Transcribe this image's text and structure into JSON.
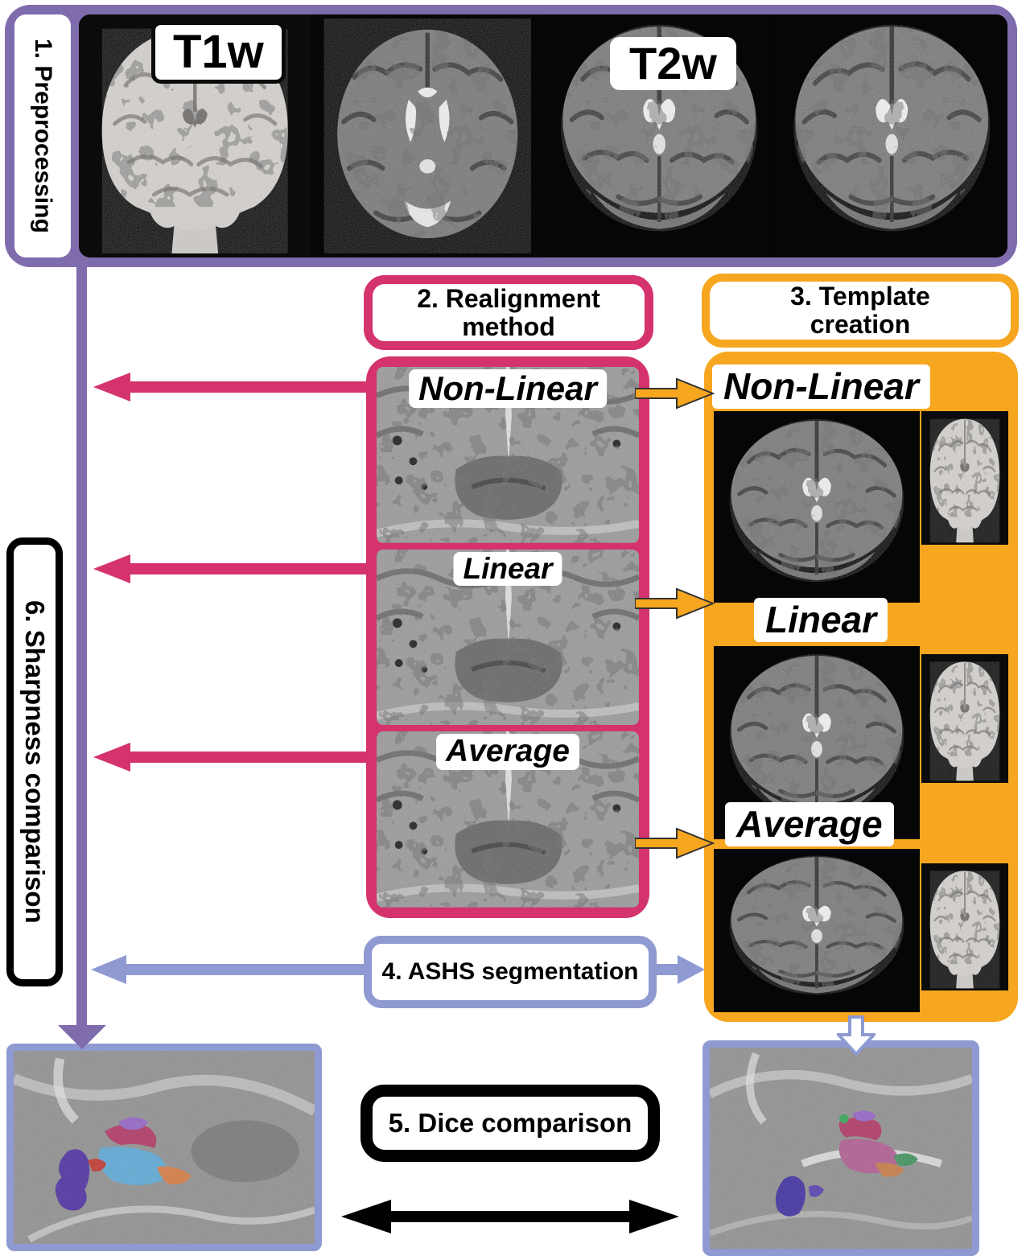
{
  "sections": {
    "preprocessing": "1. Preprocessing",
    "realignment_method": "2. Realignment method",
    "template_creation": "3. Template creation",
    "ashs_segmentation": "4. ASHS segmentation",
    "dice_comparison": "5. Dice comparison",
    "sharpness_comparison": "6. Sharpness comparison"
  },
  "scan_labels": {
    "t1w": "T1w",
    "t2w": "T2w"
  },
  "realignment_methods": [
    {
      "label": "Non-Linear"
    },
    {
      "label": "Linear"
    },
    {
      "label": "Average"
    }
  ],
  "template_methods": [
    {
      "label": "Non-Linear"
    },
    {
      "label": "Linear"
    },
    {
      "label": "Average"
    }
  ],
  "colors": {
    "purple": "#7e6cac",
    "pink": "#d4336e",
    "orange": "#f6a61f",
    "periwinkle": "#8f9ad2",
    "black": "#000000"
  }
}
